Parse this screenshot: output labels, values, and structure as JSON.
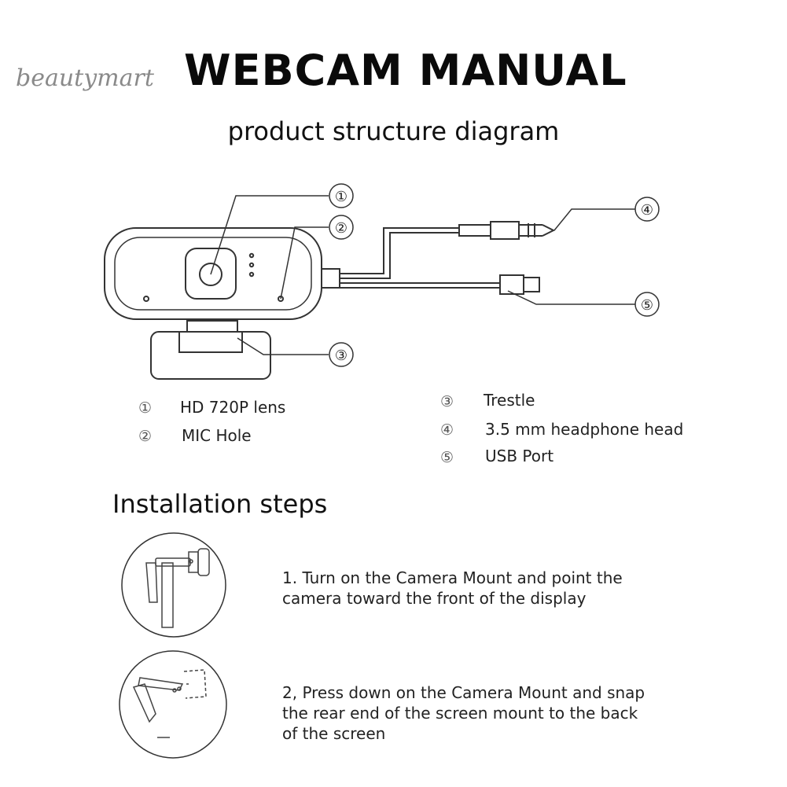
{
  "watermark": "beautymart",
  "title": "WEBCAM MANUAL",
  "subtitle": "product structure diagram",
  "callouts": [
    "①",
    "②",
    "③",
    "④",
    "⑤"
  ],
  "legend": [
    {
      "num": "①",
      "text": "HD 720P lens"
    },
    {
      "num": "②",
      "text": "MIC Hole"
    },
    {
      "num": "③",
      "text": "Trestle"
    },
    {
      "num": "④",
      "text": "3.5 mm headphone head"
    },
    {
      "num": "⑤",
      "text": "USB Port"
    }
  ],
  "installation": {
    "title": "Installation steps",
    "steps": [
      {
        "line1": "1. Turn on the Camera Mount and point the",
        "line2": "camera toward the front of the display",
        "line3": ""
      },
      {
        "line1": "2, Press down on the Camera Mount and snap",
        "line2": "the rear end of the screen mount to the back",
        "line3": "of the screen"
      }
    ]
  }
}
